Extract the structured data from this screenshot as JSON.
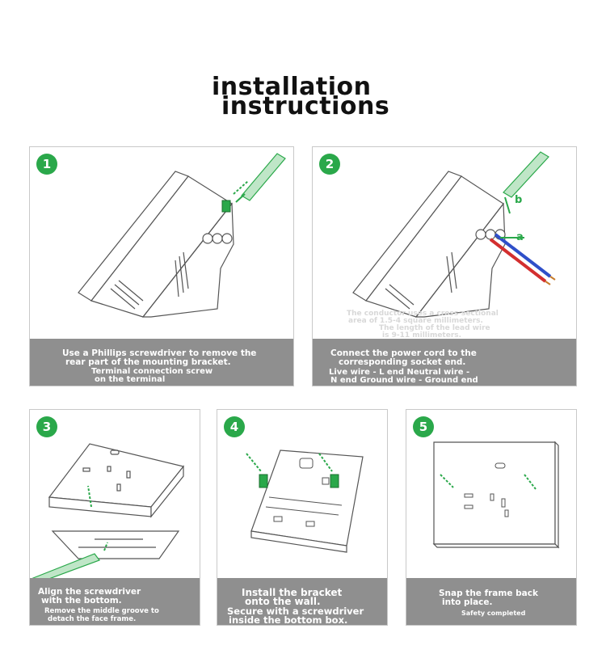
{
  "title": {
    "line1": "installation",
    "line2": "instructions"
  },
  "steps": [
    {
      "number": "1",
      "caption": [
        "Use a Phillips screwdriver to remove the",
        "rear part of the mounting bracket.",
        "Terminal connection screw",
        "on the terminal"
      ]
    },
    {
      "number": "2",
      "note": [
        "The conductor uses a cross-sectional",
        "area of 1.5-4 square millimeters.",
        "The length of the lead wire",
        "is 9-11 millimeters."
      ],
      "labels": {
        "a": "a",
        "b": "b"
      },
      "caption": [
        "Connect the power cord to the",
        "corresponding socket end.",
        "Live wire - L end Neutral wire -",
        "N end Ground wire - Ground end"
      ]
    },
    {
      "number": "3",
      "caption": [
        "Align the screwdriver",
        "with the bottom.",
        "Remove the middle groove to",
        "detach the face frame."
      ]
    },
    {
      "number": "4",
      "caption": [
        "Install the bracket",
        "onto the wall.",
        "Secure with a screwdriver",
        "inside the bottom box."
      ]
    },
    {
      "number": "5",
      "caption": [
        "Snap the frame back",
        "into place.",
        "Safety completed"
      ]
    }
  ],
  "colors": {
    "accent": "#2aa84a",
    "caption_bg": "#8f8f8f",
    "live_wire": "#d32f2f",
    "neutral_wire": "#2f4fc9"
  },
  "icons": [
    "screwdriver-icon",
    "arrow-icon"
  ]
}
